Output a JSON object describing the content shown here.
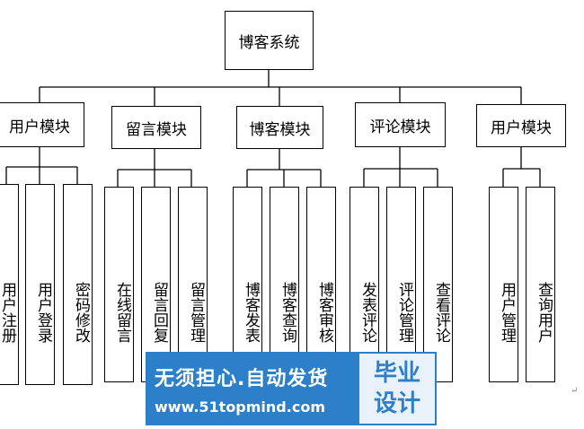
{
  "root": {
    "label": "博客系统"
  },
  "modules": [
    {
      "label": "用户模块",
      "children": [
        "用户注册",
        "用户登录",
        "密码修改"
      ]
    },
    {
      "label": "留言模块",
      "children": [
        "在线留言",
        "留言回复",
        "留言管理"
      ]
    },
    {
      "label": "博客模块",
      "children": [
        "博客发表",
        "博客查询",
        "博客审核"
      ]
    },
    {
      "label": "评论模块",
      "children": [
        "发表评论",
        "评论管理",
        "查看评论"
      ]
    },
    {
      "label": "用户模块",
      "children": [
        "用户管理",
        "查询用户"
      ]
    }
  ],
  "watermark": {
    "slogan": "无须担心.自动发货",
    "url": "www.51topmind.com",
    "badge_line1": "毕业",
    "badge_line2": "设计"
  },
  "colors": {
    "line": "#000000",
    "watermark_blue": "#2c7fc9"
  }
}
